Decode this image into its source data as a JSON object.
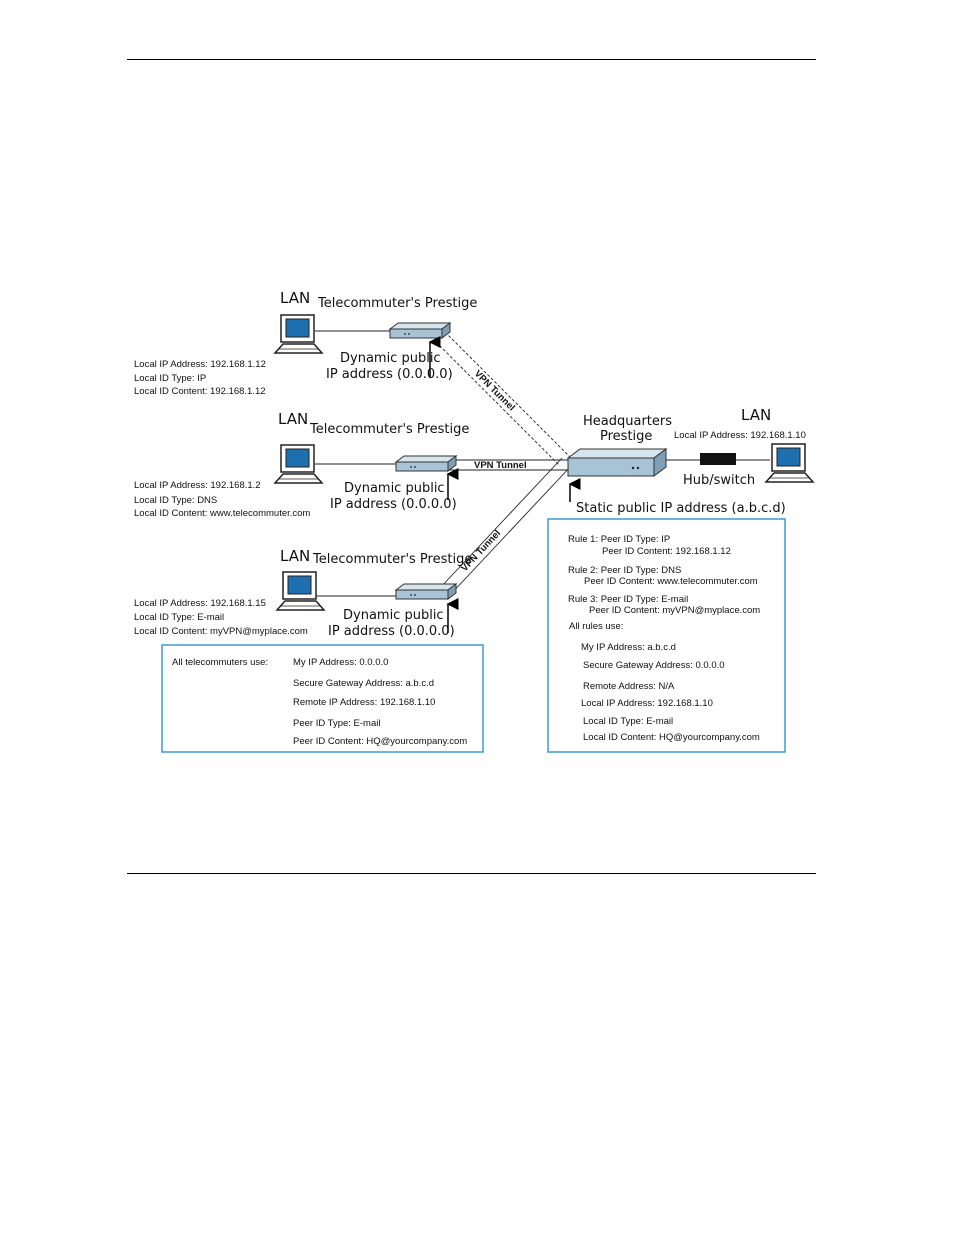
{
  "lan_label": "LAN",
  "remotes": [
    {
      "device_label": "Telecommuter's Prestige",
      "wan_line1": "Dynamic public",
      "wan_line2": "IP address (0.0.0.0)",
      "info": [
        "Local IP Address: 192.168.1.12",
        "Local ID Type: IP",
        "Local ID Content: 192.168.1.12"
      ]
    },
    {
      "device_label": "Telecommuter's Prestige",
      "wan_line1": "Dynamic public",
      "wan_line2": "IP address (0.0.0.0)",
      "info": [
        "Local IP Address: 192.168.1.2",
        "Local ID Type: DNS",
        "Local ID Content: www.telecommuter.com"
      ]
    },
    {
      "device_label": "Telecommuter's Prestige",
      "wan_line1": "Dynamic public",
      "wan_line2": "IP address (0.0.0.0)",
      "info": [
        "Local IP Address: 192.168.1.15",
        "Local ID Type: E-mail",
        "Local ID Content: myVPN@myplace.com"
      ]
    }
  ],
  "tunnel_label": "VPN Tunnel",
  "hq": {
    "label_line1": "Headquarters",
    "label_line2": "Prestige",
    "lan_ip": "Local IP Address: 192.168.1.10",
    "hub_label": "Hub/switch",
    "static_ip": "Static public IP address (a.b.c.d)"
  },
  "telecommuter_box": {
    "heading": "All telecommuters use:",
    "lines": [
      "My IP Address: 0.0.0.0",
      "Secure Gateway Address: a.b.c.d",
      "Remote IP Address: 192.168.1.10",
      "Peer  ID Type: E-mail",
      "Peer ID Content: HQ@yourcompany.com"
    ]
  },
  "hq_box": {
    "rules": [
      {
        "line1": "Rule 1: Peer ID Type: IP",
        "line2": "Peer ID Content: 192.168.1.12"
      },
      {
        "line1": "Rule 2: Peer ID Type: DNS",
        "line2": "Peer ID Content: www.telecommuter.com"
      },
      {
        "line1": "Rule 3: Peer ID Type: E-mail",
        "line2": "Peer ID Content: myVPN@myplace.com"
      }
    ],
    "all_rules_heading": "All rules use:",
    "all_rules": [
      "My IP Address: a.b.c.d",
      "Secure Gateway Address: 0.0.0.0",
      "Remote Address: N/A",
      "Local IP Address: 192.168.1.10",
      "Local ID Type: E-mail",
      "Local ID Content: HQ@yourcompany.com"
    ]
  },
  "colors": {
    "router_fill": "#a9c3d6",
    "router_top": "#d6e4ee",
    "screen": "#1e6fb0",
    "box_border": "#3d9ad6",
    "hub": "#111111"
  }
}
